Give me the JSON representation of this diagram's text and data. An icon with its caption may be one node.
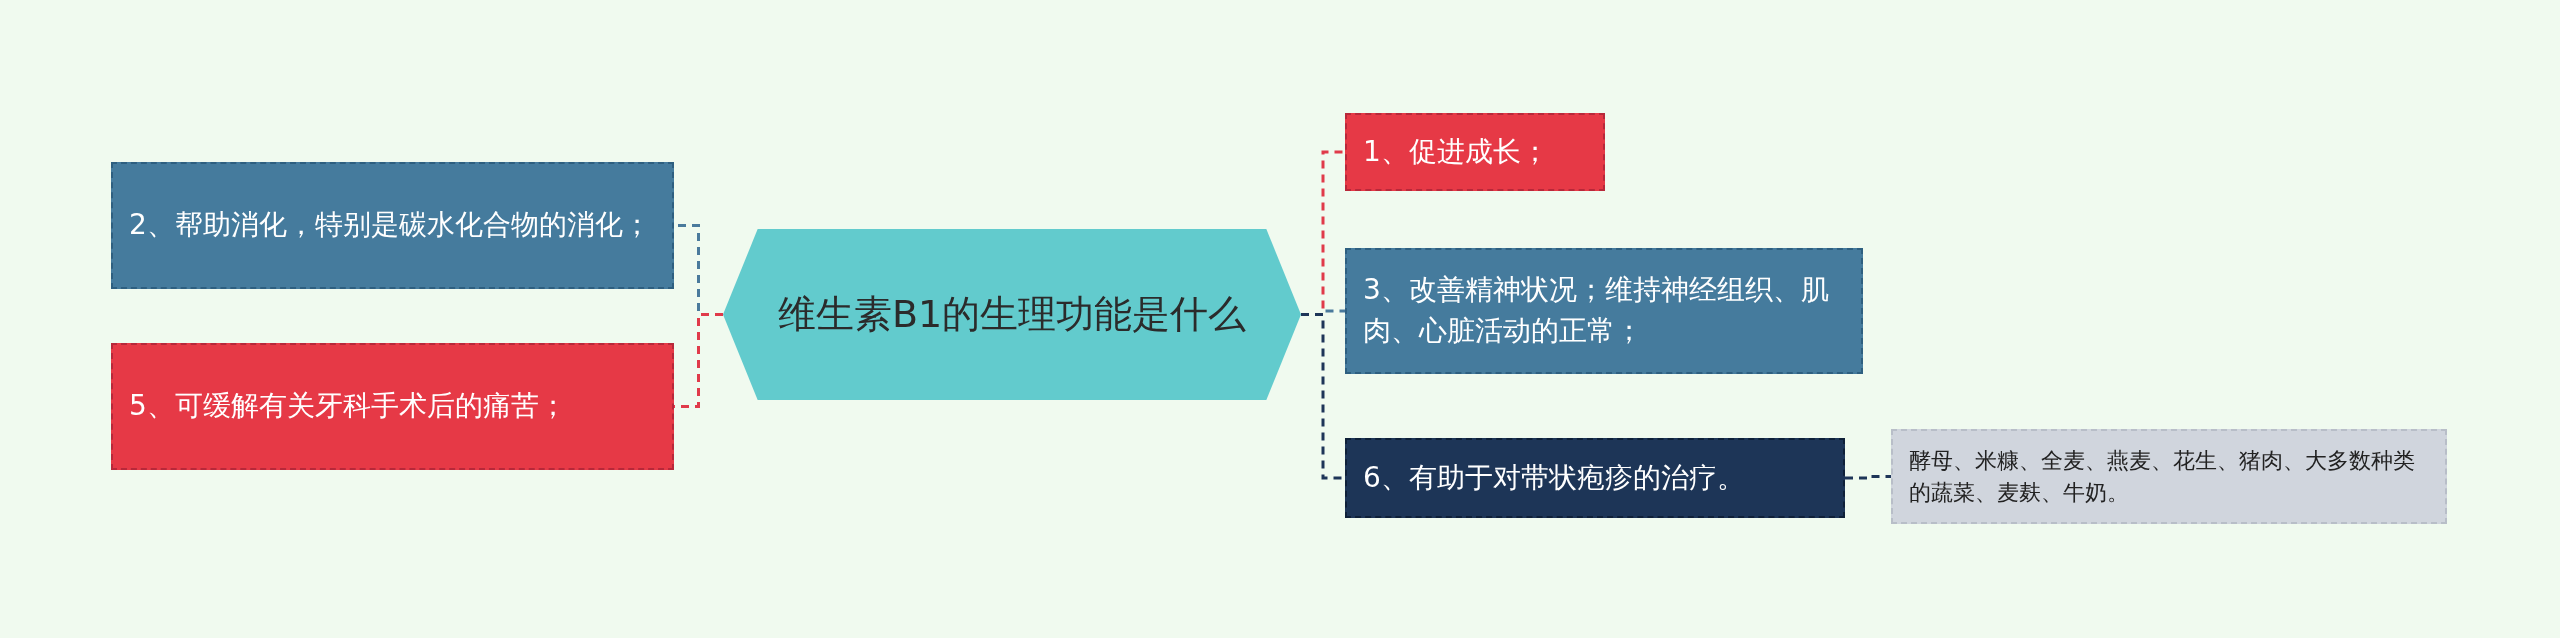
{
  "diagram": {
    "nodes": [
      {
        "text": [
          "维生素B1的生理功能是什么"
        ]
      },
      {
        "text": [
          "2、帮助消化，特别是碳水化合物的消化；"
        ]
      },
      {
        "text": [
          "5、可缓解有关牙科手术后的痛苦；"
        ]
      },
      {
        "text": [
          "1、促进成长；"
        ]
      },
      {
        "text": [
          "3、改善精神状况；维持神经组织、肌肉、心脏活动的正常；"
        ]
      },
      {
        "text": [
          "6、有助于对带状疱疹的治疗。"
        ]
      },
      {
        "text": [
          "酵母、米糠、全麦、燕麦、花生、猪肉、大多数种类的蔬菜、麦麸、牛奶。"
        ]
      }
    ],
    "edges": [
      {
        "from": 0,
        "to": 1,
        "arrow": "none",
        "style": "dashed",
        "color": "#4a7a9c"
      },
      {
        "from": 0,
        "to": 2,
        "arrow": "none",
        "style": "dashed",
        "color": "#e03a4a"
      },
      {
        "from": 0,
        "to": 3,
        "arrow": "none",
        "style": "dashed",
        "color": "#e03a4a"
      },
      {
        "from": 0,
        "to": 4,
        "arrow": "none",
        "style": "dashed",
        "color": "#4a7a9c"
      },
      {
        "from": 0,
        "to": 5,
        "arrow": "none",
        "style": "dashed",
        "color": "#1e3558"
      },
      {
        "from": 5,
        "to": 6,
        "arrow": "none",
        "style": "dashed",
        "color": "#1e3558"
      }
    ]
  }
}
